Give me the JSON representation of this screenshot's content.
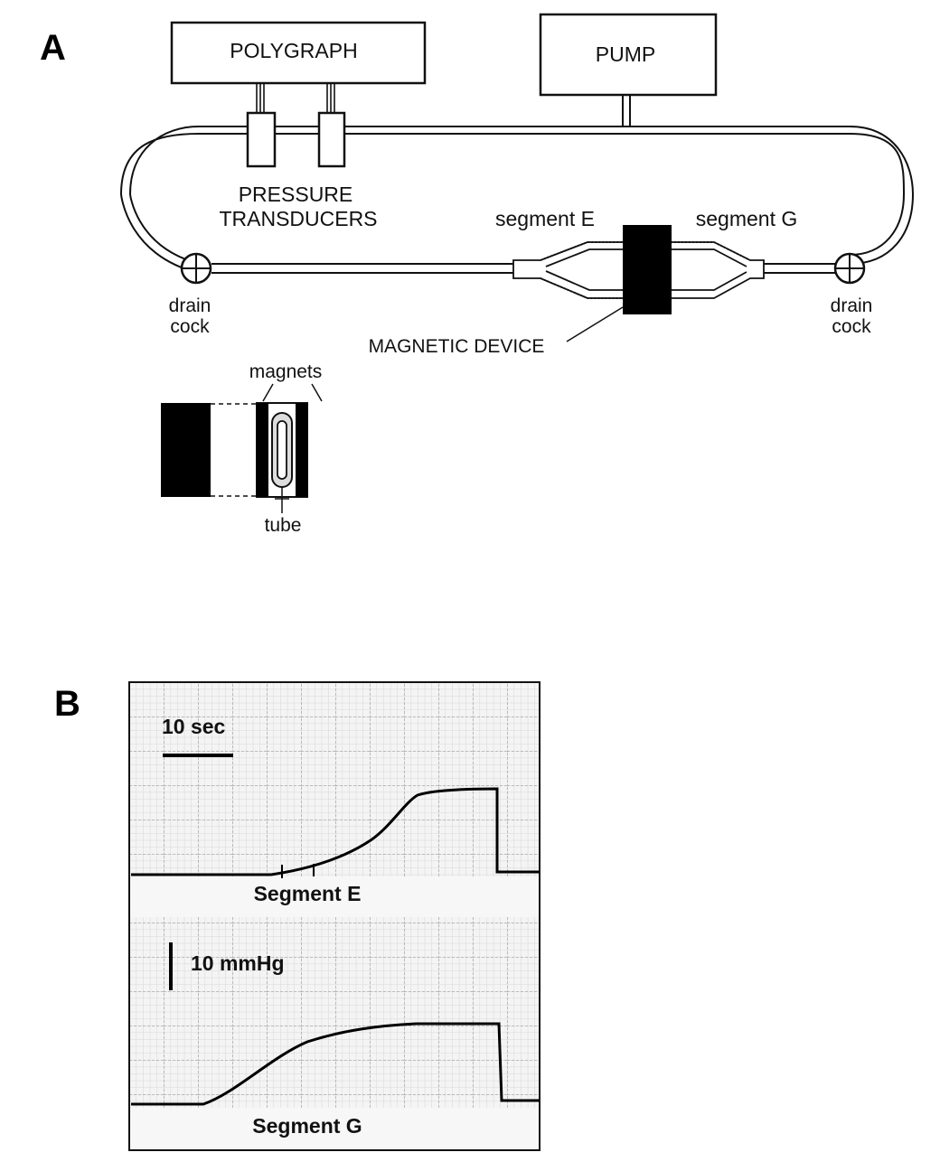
{
  "panel_a": {
    "letter": "A",
    "polygraph": "POLYGRAPH",
    "pump": "PUMP",
    "pressure": "PRESSURE",
    "transducers": "TRANSDUCERS",
    "segment_e": "segment E",
    "segment_g": "segment G",
    "drain": "drain",
    "cock": "cock",
    "magnetic_device": "MAGNETIC DEVICE",
    "magnets": "magnets",
    "tube": "tube"
  },
  "panel_b": {
    "letter": "B",
    "time_scale": "10 sec",
    "pressure_scale": "10 mmHg",
    "trace_e_label": "Segment E",
    "trace_g_label": "Segment G"
  },
  "colors": {
    "ink": "#111111",
    "grid": "#b8b8b8",
    "paper": "#f4f4f4"
  }
}
